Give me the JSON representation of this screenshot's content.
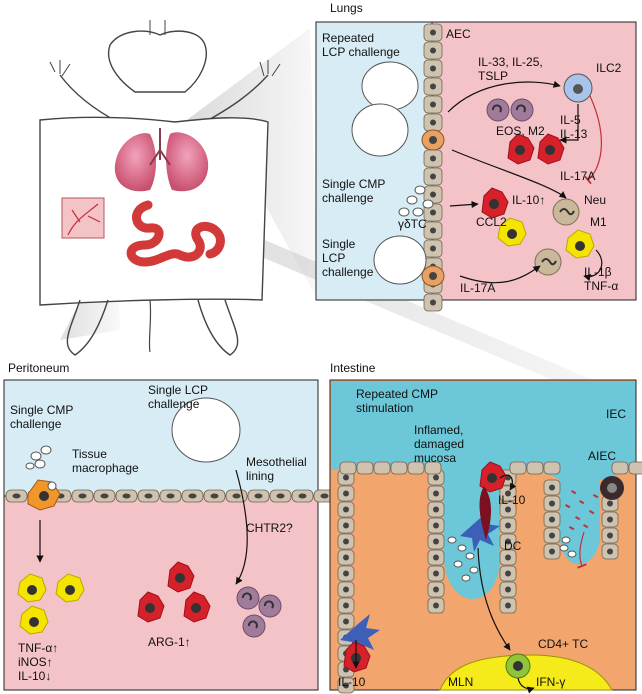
{
  "colors": {
    "lumen": "#d8ecf6",
    "tissue_pink": "#f3c3c8",
    "intestine_lumen": "#6cc7d8",
    "intestine_tissue": "#f2a66d",
    "epithelium": "#cfc2ae",
    "macrophage_m2": "#d6202a",
    "macrophage_m1": "#f5e400",
    "eosinophil": "#a07b9a",
    "ilc2": "#a9c4ea",
    "gdtc": "#e8a064",
    "dc": "#3c5fb8",
    "mln": "#f5ea1a",
    "cd4": "#8fc43b",
    "aiec": "#3a2a2e"
  },
  "lungs": {
    "section_title": "Lungs",
    "aec": "AEC",
    "repeated_lcp": [
      "Repeated",
      "LCP challenge"
    ],
    "il33": [
      "IL-33, IL-25,",
      "TSLP"
    ],
    "ilc2": "ILC2",
    "il5": [
      "IL-5",
      "IL-13"
    ],
    "eos_m2": "EOS, M2",
    "il17a_top": "IL-17A",
    "single_cmp": [
      "Single CMP",
      "challenge"
    ],
    "il10_up": "IL-10↑",
    "ccl2": "CCL2",
    "gdtc": "γδTC",
    "neu": "Neu",
    "m1": "M1",
    "single_lcp": [
      "Single",
      "LCP",
      "challenge"
    ],
    "il17a_bottom": "IL-17A",
    "il1b": [
      "IL-1β",
      "TNF-α"
    ]
  },
  "peritoneum": {
    "section_title": "Peritoneum",
    "single_cmp": [
      "Single CMP",
      "challenge"
    ],
    "tissue_macrophage": [
      "Tissue",
      "macrophage"
    ],
    "single_lcp": [
      "Single LCP",
      "challenge"
    ],
    "mesothelial": [
      "Mesothelial",
      "lining"
    ],
    "chtr2": "CHTR2?",
    "tnf_list": [
      "TNF-α↑",
      "iNOS↑",
      "IL-10↓"
    ],
    "arg1": "ARG-1↑"
  },
  "intestine": {
    "section_title": "Intestine",
    "repeated_cmp": [
      "Repeated CMP",
      "stimulation"
    ],
    "iec": "IEC",
    "inflamed": [
      "Inflamed,",
      "damaged",
      "mucosa"
    ],
    "aiec": "AIEC",
    "il10_mid": "IL-10",
    "dc": "DC",
    "il10_bottom": "IL-10",
    "cd4": "CD4+ TC",
    "mln": "MLN",
    "ifn": "IFN-γ"
  }
}
